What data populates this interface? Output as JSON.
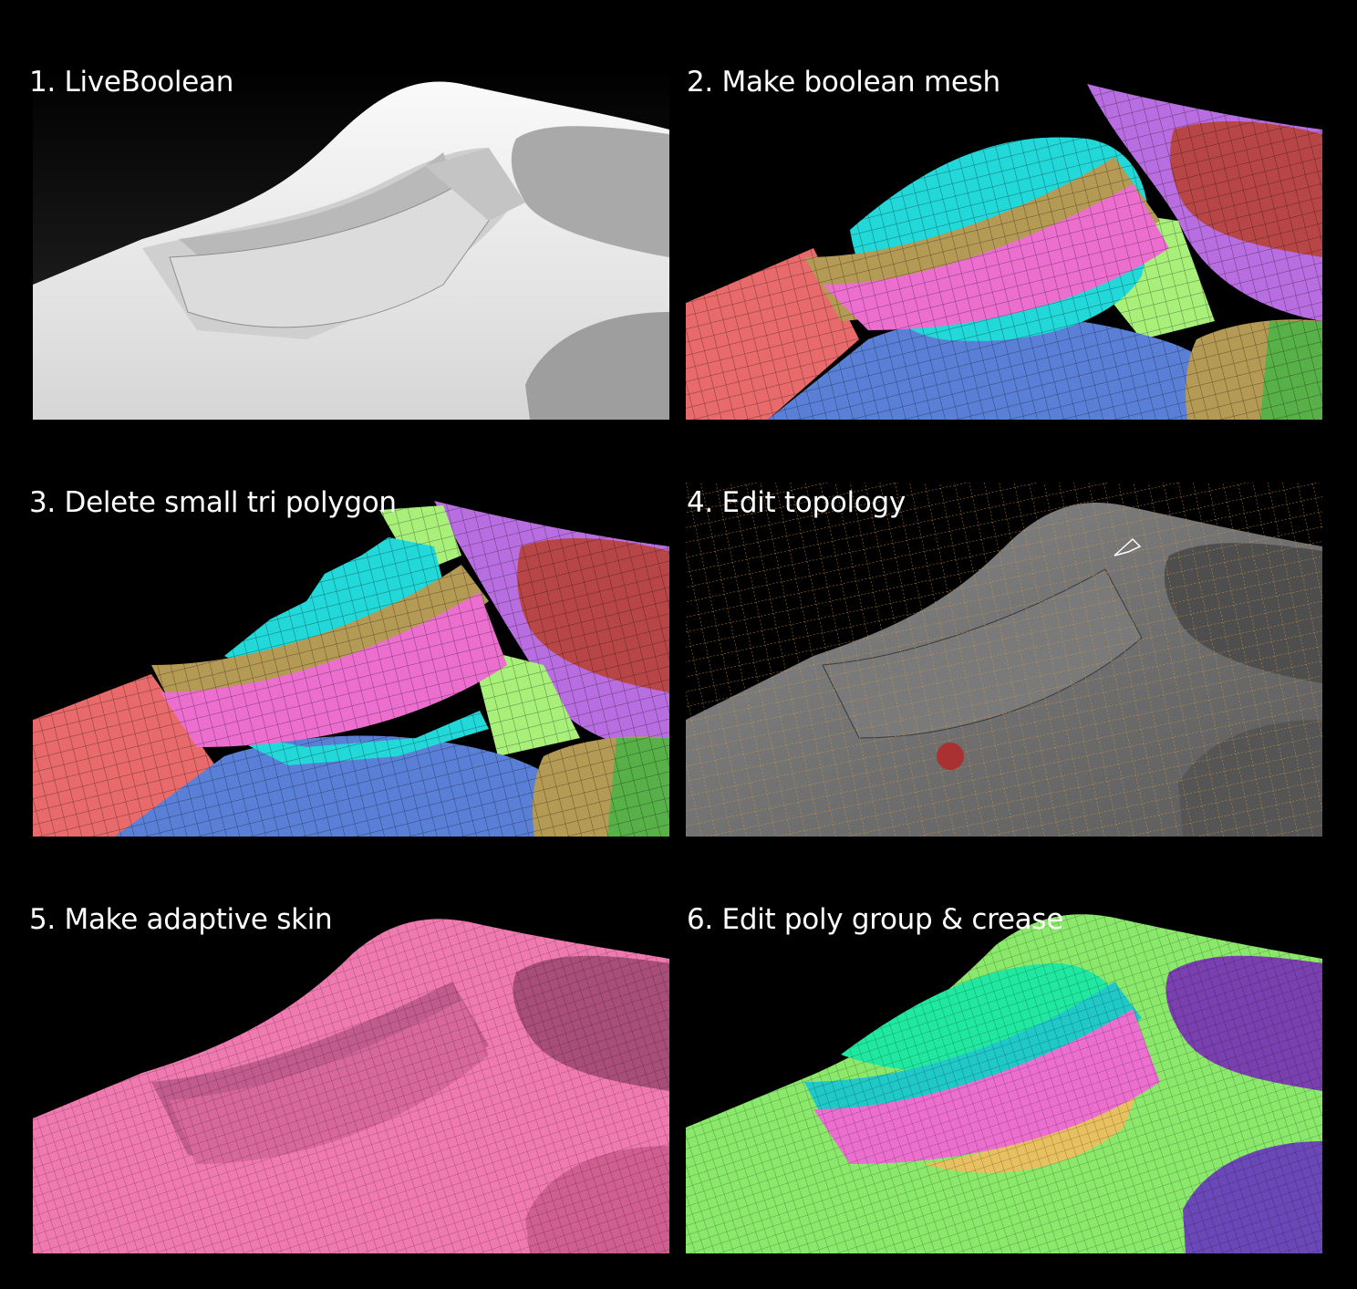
{
  "steps": [
    {
      "label": "1. LiveBoolean"
    },
    {
      "label": "2. Make boolean mesh"
    },
    {
      "label": "3. Delete small tri polygon"
    },
    {
      "label": "4. Edit topology"
    },
    {
      "label": "5. Make adaptive skin"
    },
    {
      "label": "6. Edit poly group & crease"
    }
  ],
  "colors": {
    "background": "#000000",
    "white_mesh": "#e8e8e8",
    "red_group": "#e86a6a",
    "magenta_group": "#ec6fd0",
    "cyan_group": "#22d8d8",
    "gold_group": "#b59a55",
    "purple_group": "#b86ee0",
    "lime_group": "#a8f07a",
    "blue_group": "#5a7fd6",
    "darkred_group": "#b84646",
    "gray_mesh": "#6e6e6e",
    "orange_wire": "#e09a40",
    "pink_mesh": "#f07ab0",
    "green_mesh": "#8ae86a",
    "mint_group": "#20e8a0",
    "violet_group": "#7a40b0",
    "orange_group": "#e8c060"
  }
}
